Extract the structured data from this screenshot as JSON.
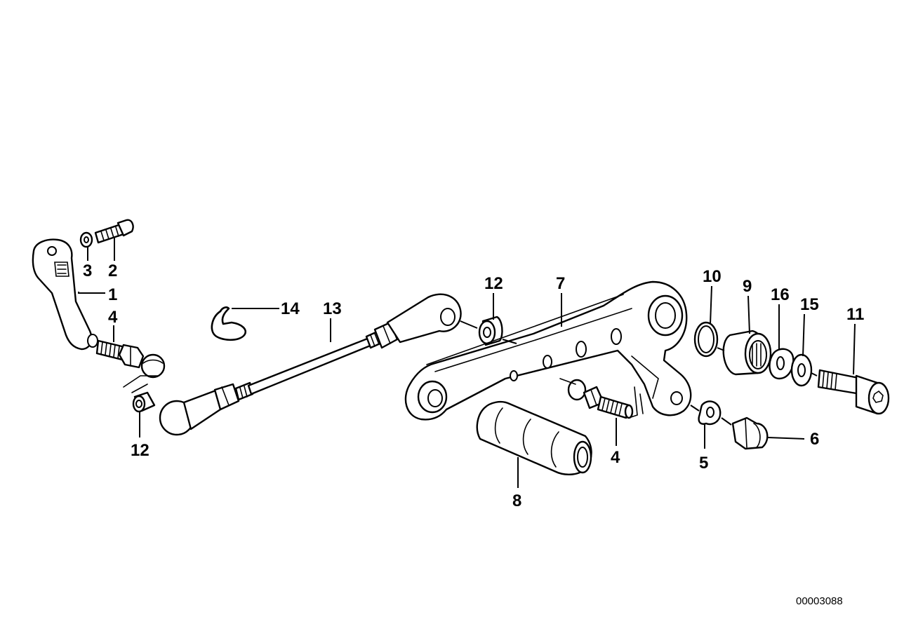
{
  "diagram_ref": "00003088",
  "callouts": {
    "c1": "1",
    "c2": "2",
    "c3": "3",
    "c4a": "4",
    "c4b": "4",
    "c5": "5",
    "c6": "6",
    "c7": "7",
    "c8": "8",
    "c9": "9",
    "c10": "10",
    "c11": "11",
    "c12a": "12",
    "c12b": "12",
    "c13": "13",
    "c14": "14",
    "c15": "15",
    "c16": "16"
  }
}
